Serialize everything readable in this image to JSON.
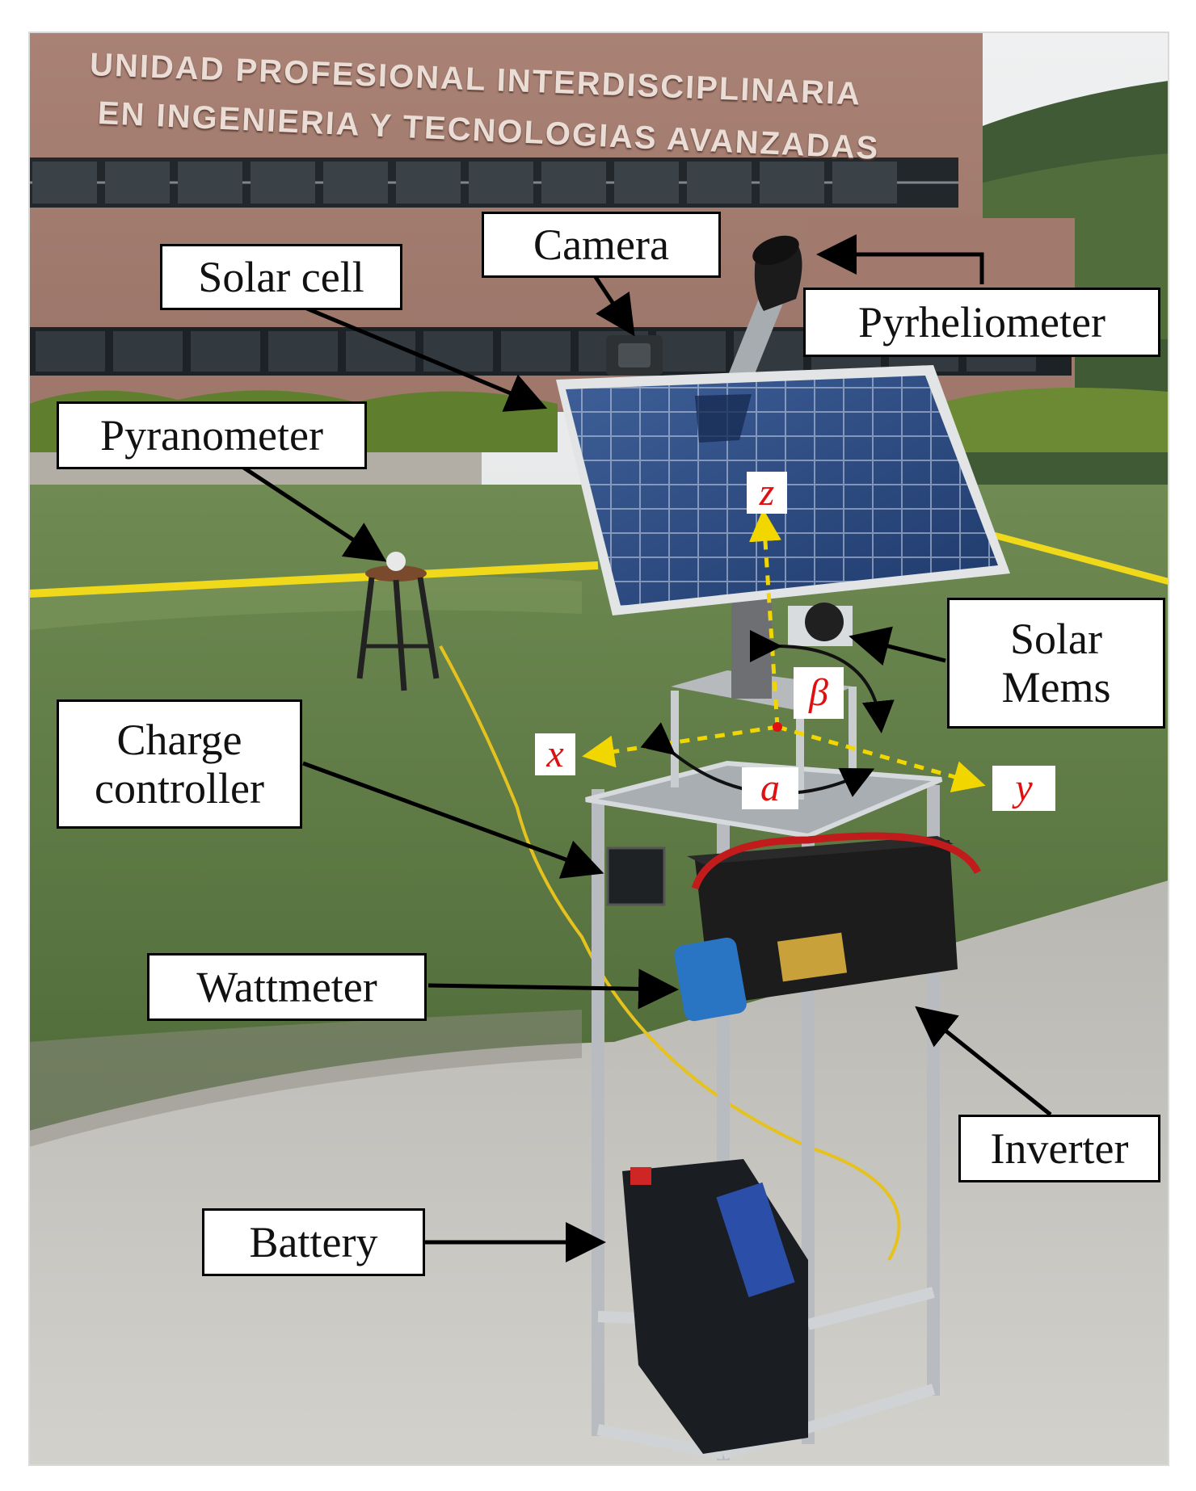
{
  "figure": {
    "building_sign": [
      "UNIDAD PROFESIONAL INTERDISCIPLINARIA",
      "EN INGENIERIA Y TECNOLOGIAS AVANZADAS"
    ],
    "labels": {
      "camera": "Camera",
      "solar_cell": "Solar cell",
      "pyrheliometer": "Pyrheliometer",
      "pyranometer": "Pyranometer",
      "solar_mems_line1": "Solar",
      "solar_mems_line2": "Mems",
      "charge_controller_line1": "Charge",
      "charge_controller_line2": "controller",
      "wattmeter": "Wattmeter",
      "inverter": "Inverter",
      "battery": "Battery"
    },
    "axes": {
      "x": "x",
      "y": "y",
      "z": "z",
      "alpha": "a",
      "beta": "β"
    },
    "colors": {
      "axis_line": "#f2d600",
      "axis_label": "#e01010",
      "callout_border": "#000000"
    }
  }
}
